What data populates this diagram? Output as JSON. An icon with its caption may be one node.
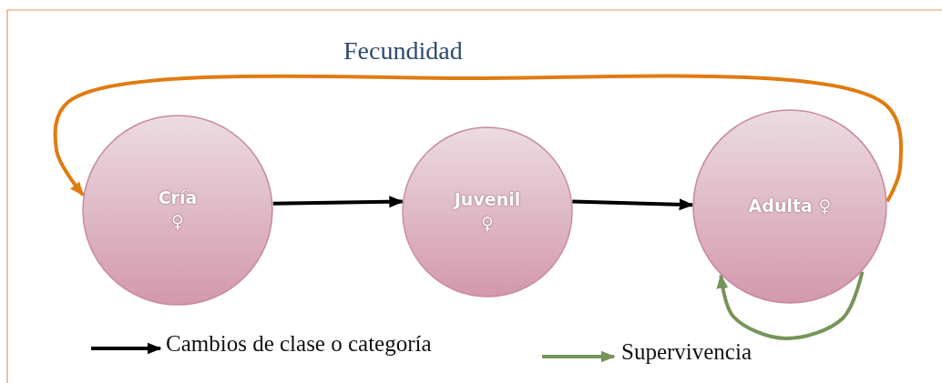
{
  "diagram": {
    "nodes": [
      {
        "text": [
          "Cría ♀"
        ]
      },
      {
        "text": [
          "Juvenil ♀"
        ]
      },
      {
        "text": [
          "Adulta ♀"
        ]
      }
    ],
    "edges": [
      {
        "from": 0,
        "to": 1,
        "arrow": "to"
      },
      {
        "from": 1,
        "to": 2,
        "arrow": "to"
      },
      {
        "from": 2,
        "to": 0,
        "arrow": "to",
        "label": "Fecundidad",
        "color": "#e07b10"
      },
      {
        "from": 2,
        "to": 2,
        "arrow": "to",
        "color": "#76955a"
      }
    ],
    "legend": [
      {
        "text": "Cambios de clase o categoría"
      },
      {
        "text": "Supervivencia"
      }
    ]
  }
}
